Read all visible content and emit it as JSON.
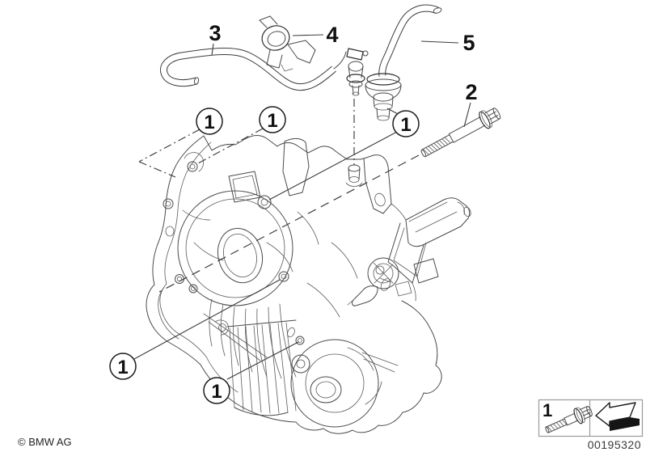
{
  "diagram": {
    "description": "BMW transfer case / gearbox mounting parts exploded diagram",
    "callout_label": "1",
    "part_labels": {
      "p2": "2",
      "p3": "3",
      "p4": "4",
      "p5": "5"
    }
  },
  "legend": {
    "item_number": "1"
  },
  "footer": {
    "copyright": "© BMW AG",
    "document_number": "00195320"
  },
  "colors": {
    "background": "#ffffff",
    "line": "#4a4a4a",
    "text": "#111111",
    "legend_border": "#9a9a9a"
  }
}
